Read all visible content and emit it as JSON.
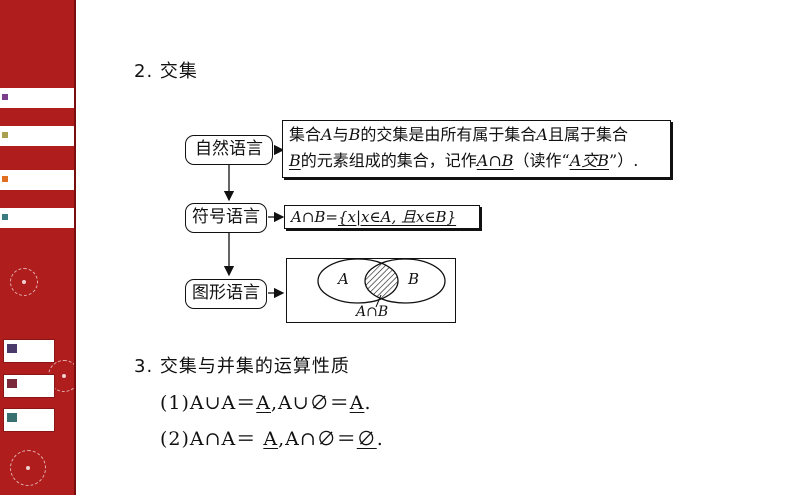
{
  "sidebar": {
    "stripe_colors": [
      "#7a3e8c",
      "#a8a050",
      "#e07020",
      "#3a7a80"
    ],
    "nav_colors": [
      "#4a3a6a",
      "#7a2a3a",
      "#3a7070"
    ],
    "icons": [
      "dandelion-icon"
    ]
  },
  "section2": {
    "heading": "2. 交集",
    "natural": {
      "label": "自然语言",
      "line1_a": "集合",
      "line1_A": "A",
      "line1_b": "与",
      "line1_B": "B",
      "line1_c": "的交集是由所有属于集合",
      "line1_A2": "A",
      "line1_d": "且属于集合",
      "line2_B": "B",
      "line2_a": "的元素组成的集合，记作",
      "line2_notation": "A∩B",
      "line2_b": "（读作“",
      "line2_read": "A交B",
      "line2_c": "”）."
    },
    "symbol": {
      "label": "符号语言",
      "expr_a": "A∩B=",
      "expr_b": "{x|x∈A, 且x∈B}"
    },
    "figure": {
      "label": "图形语言",
      "set_a": "A",
      "set_b": "B",
      "caption": "A∩B"
    }
  },
  "section3": {
    "heading": "3. 交集与并集的运算性质",
    "line1_prefix": "(1)A∪A＝",
    "line1_ans1": "A",
    "line1_mid": ",A∪∅＝",
    "line1_ans2": "A",
    "line1_end": ".",
    "line2_prefix": "(2)A∩A＝ ",
    "line2_ans1": "A",
    "line2_mid": ",A∩∅＝",
    "line2_ans2": "∅",
    "line2_end": "."
  }
}
